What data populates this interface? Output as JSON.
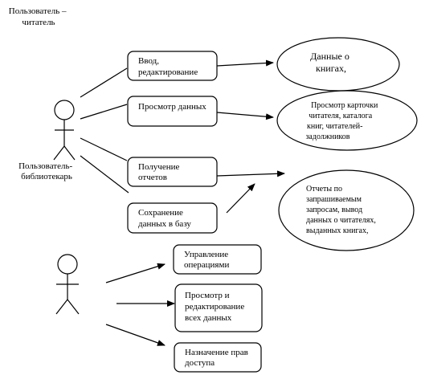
{
  "actors": {
    "reader_label_lines": [
      "Пользователь –",
      "читатель"
    ],
    "librarian_label_lines": [
      "Пользователь-",
      "библиотекарь"
    ],
    "admin_label_lines": []
  },
  "use_cases": {
    "input_edit": [
      "Ввод,",
      "редактирование"
    ],
    "view_data": [
      "Просмотр данных"
    ],
    "get_reports": [
      "Получение",
      "отчетов"
    ],
    "save_db": [
      "Сохранение",
      "данных в базу"
    ],
    "manage_ops": [
      "Управление",
      "операциями"
    ],
    "view_edit_all": [
      "Просмотр и",
      "редактирование",
      "всех  данных"
    ],
    "assign_rights": [
      "Назначение прав",
      "доступа"
    ]
  },
  "ellipses": {
    "book_data": [
      "Данные  о",
      "книгах,"
    ],
    "reader_card": [
      "Просмотр карточки",
      "читателя, каталога",
      "книг, читателей-",
      "задолжников"
    ],
    "reports": [
      "Отчеты по",
      "запрашиваемым",
      "запросам, вывод",
      "данных о читателях,",
      "выданных книгах,"
    ]
  }
}
